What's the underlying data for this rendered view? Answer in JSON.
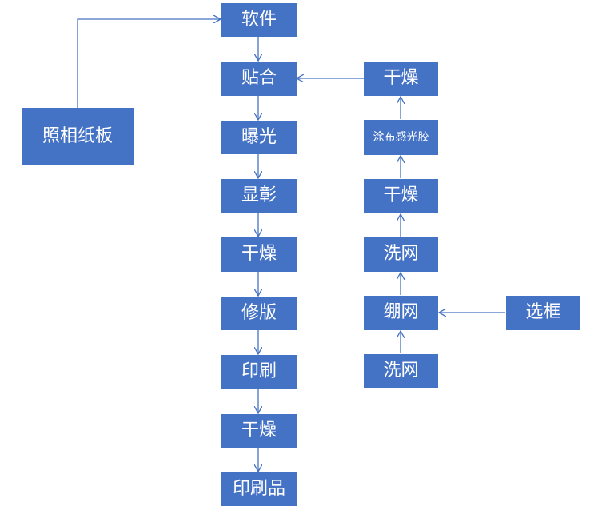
{
  "nodes": {
    "photo_board": "照相纸板",
    "software": "软件",
    "paste": "贴合",
    "exposure": "曝光",
    "develop": "显彰",
    "dry_1": "干燥",
    "retouch": "修版",
    "print": "印刷",
    "dry_2": "干燥",
    "printed_product": "印刷品",
    "dry_top": "干燥",
    "coat_emulsion": "涂布感光胶",
    "dry_mid": "干燥",
    "wash_screen_upper": "洗网",
    "stretch_screen": "绷网",
    "wash_screen_lower": "洗网",
    "select_frame": "选框"
  },
  "colors": {
    "node_fill": "#4472C4",
    "connector": "#4472C4",
    "node_text": "#FFFFFF"
  }
}
